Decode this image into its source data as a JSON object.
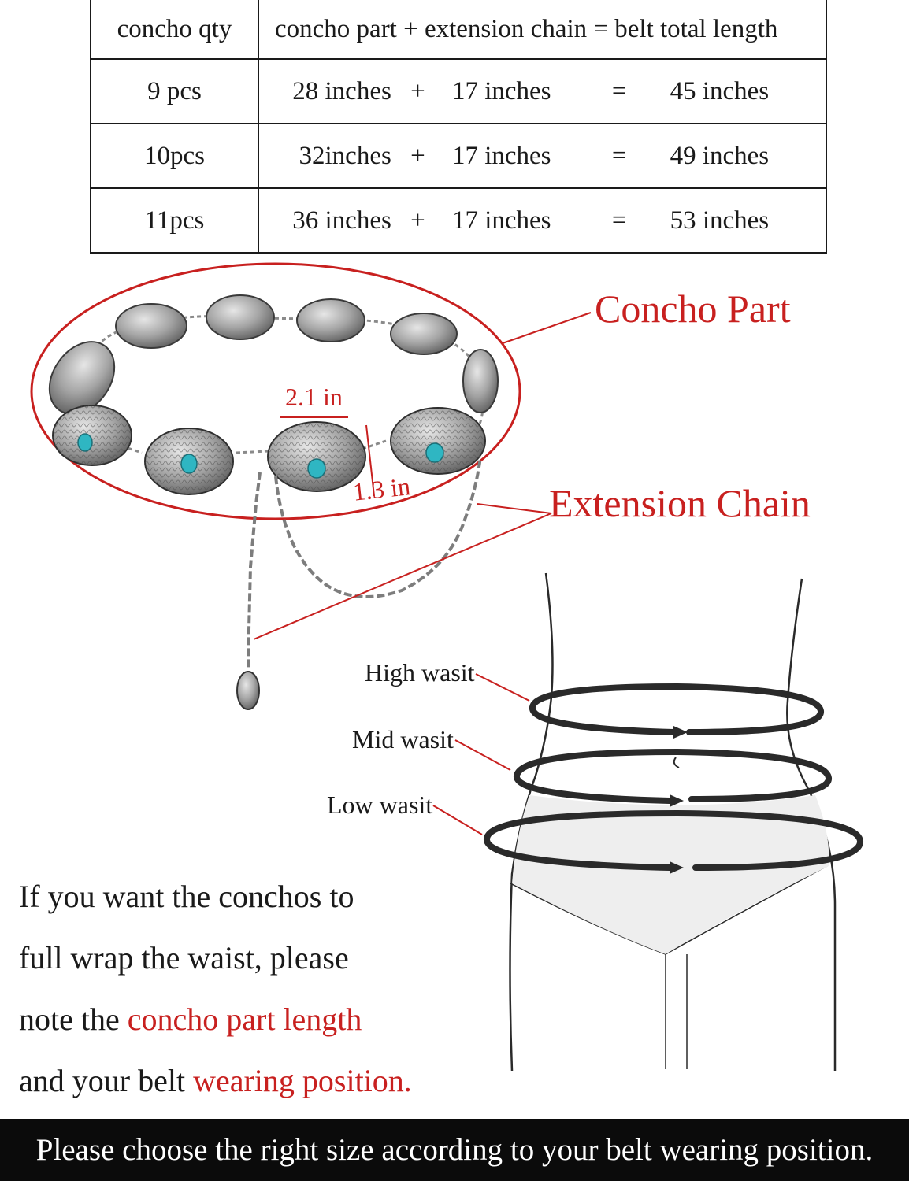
{
  "table": {
    "header": {
      "qty": "concho qty",
      "formula": "concho part  + extension chain = belt total length"
    },
    "rows": [
      {
        "qty": "9 pcs",
        "part": "28 inches",
        "plus": "+",
        "ext": "17 inches",
        "eq": "=",
        "total": "45 inches"
      },
      {
        "qty": "10pcs",
        "part": "32inches",
        "plus": "+",
        "ext": "17 inches",
        "eq": "=",
        "total": "49 inches"
      },
      {
        "qty": "11pcs",
        "part": "36 inches",
        "plus": "+",
        "ext": "17 inches",
        "eq": "=",
        "total": "53 inches"
      }
    ]
  },
  "diagram": {
    "concho_part_label": "Concho Part",
    "extension_chain_label": "Extension Chain",
    "width_label": "2.1 in",
    "height_label": "1.3 in",
    "high_waist": "High wasit",
    "mid_waist": "Mid wasit",
    "low_waist": "Low wasit"
  },
  "note": {
    "line1": "If you want the conchos to",
    "line2": "full wrap the waist, please",
    "line3_prefix": "note the ",
    "line3_red": "concho part length",
    "line4_prefix": "and your belt ",
    "line4_red": "wearing position."
  },
  "footer": "Please choose the right size according to your belt wearing position.",
  "colors": {
    "accent_red": "#c8201f",
    "footer_bg": "#0b0b0b",
    "turquoise": "#2fb6c2",
    "silver": "#9a9a9a"
  }
}
